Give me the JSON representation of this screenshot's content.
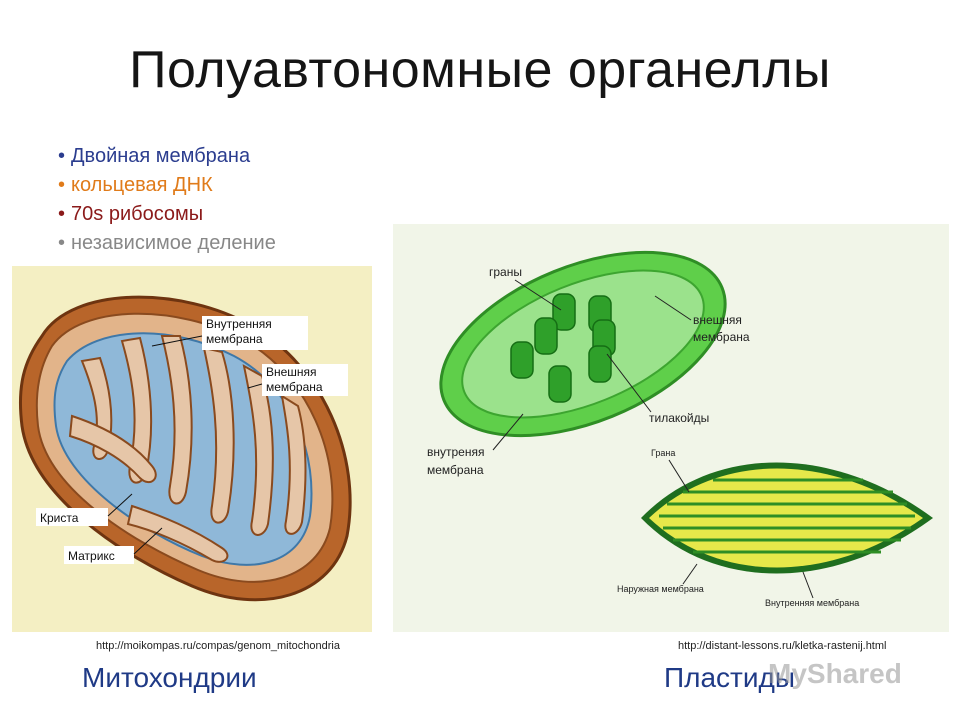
{
  "slide": {
    "title": "Полуавтономные органеллы",
    "bullets": [
      {
        "text": "Двойная мембрана",
        "color": "#2b3d8f"
      },
      {
        "text": "кольцевая ДНК",
        "color": "#e07b1a"
      },
      {
        "text": "70s рибосомы",
        "color": "#8b1a1a"
      },
      {
        "text": "независимое деление",
        "color": "#888888"
      }
    ]
  },
  "mitochondria": {
    "labels": {
      "inner_membrane_1": "Внутренняя",
      "inner_membrane_2": "мембрана",
      "outer_membrane_1": "Внешняя",
      "outer_membrane_2": "мембрана",
      "crista": "Криста",
      "matrix": "Матрикс"
    },
    "source": "http://moikompas.ru/compas/genom_mitochondria",
    "caption": "Митохондрии"
  },
  "plastids": {
    "labels": {
      "grana": "граны",
      "outer_membrane_1": "внешняя",
      "outer_membrane_2": "мембрана",
      "thylakoids": "тилакойды",
      "inner_membrane_1": "внутреняя",
      "inner_membrane_2": "мембрана",
      "grana_small": "Грана",
      "outer_membrane_small": "Наружная мембрана",
      "inner_membrane_small": "Внутренняя мембрана"
    },
    "source": "http://distant-lessons.ru/kletka-rastenij.html",
    "caption": "Пластиды"
  },
  "watermark": "MyShared"
}
